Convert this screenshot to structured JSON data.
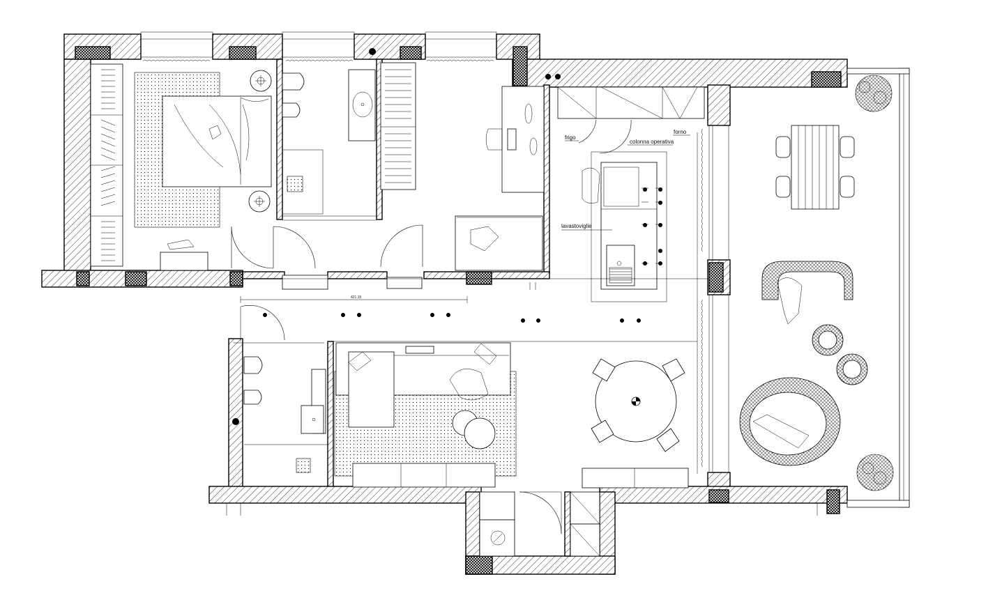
{
  "labels": {
    "frigo": "frigo",
    "colonna": "colonna operativa",
    "forno": "forno",
    "lavastoviglie": "lavastoviglie",
    "dimension": "421,15"
  }
}
